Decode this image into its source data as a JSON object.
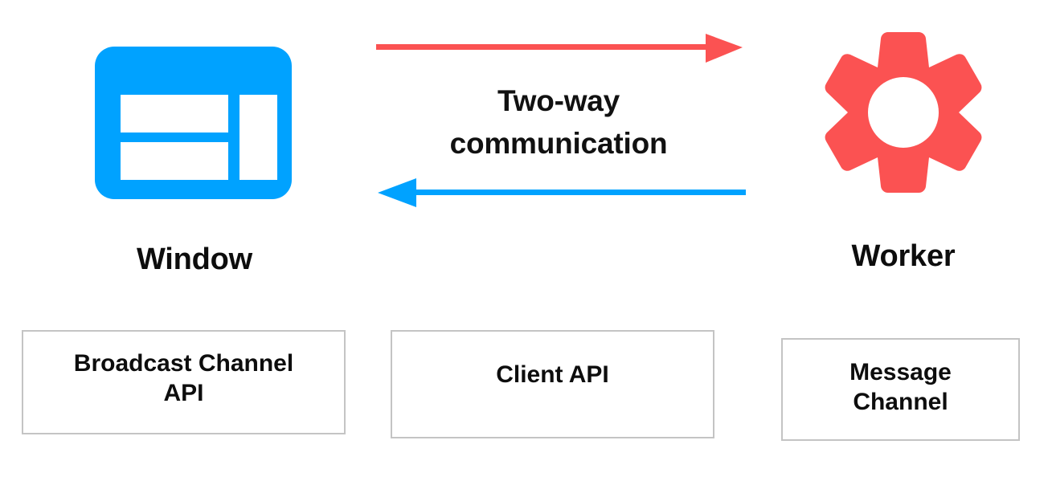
{
  "diagram": {
    "title_caption": "Two-way\ncommunication",
    "nodes": [
      {
        "id": "window",
        "label": "Window",
        "icon": "browser-window-icon",
        "color": "#00A2FF"
      },
      {
        "id": "worker",
        "label": "Worker",
        "icon": "gear-icon",
        "color": "#FB5252"
      }
    ],
    "arrows": [
      {
        "id": "window-to-worker",
        "direction": "right",
        "color": "#FB5252",
        "from": "window",
        "to": "worker"
      },
      {
        "id": "worker-to-window",
        "direction": "left",
        "color": "#00A2FF",
        "from": "worker",
        "to": "window"
      }
    ],
    "api_boxes": [
      {
        "id": "broadcast-channel-api",
        "label": "Broadcast Channel\nAPI"
      },
      {
        "id": "client-api",
        "label": "Client API"
      },
      {
        "id": "message-channel",
        "label": "Message\nChannel"
      }
    ],
    "colors": {
      "blue": "#00A2FF",
      "red": "#FB5252",
      "box_border": "#c4c4c4",
      "text": "#0d0d0d",
      "background": "#ffffff"
    }
  }
}
